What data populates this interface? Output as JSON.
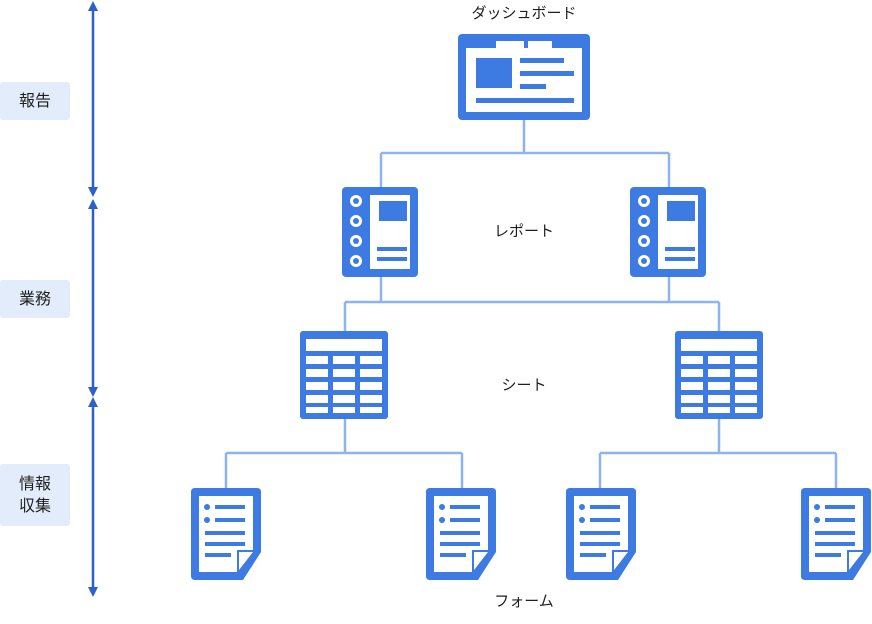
{
  "tiers": {
    "report": "報告",
    "business": "業務",
    "info_1": "情報",
    "info_2": "収集"
  },
  "nodes": {
    "dashboard": "ダッシュボード",
    "report": "レポート",
    "sheet": "シート",
    "form": "フォーム"
  },
  "colors": {
    "icon": "#3d7be2",
    "line": "#8db4ef",
    "arrow": "#2f5fc8",
    "tier_bg": "#e2ecfa"
  }
}
